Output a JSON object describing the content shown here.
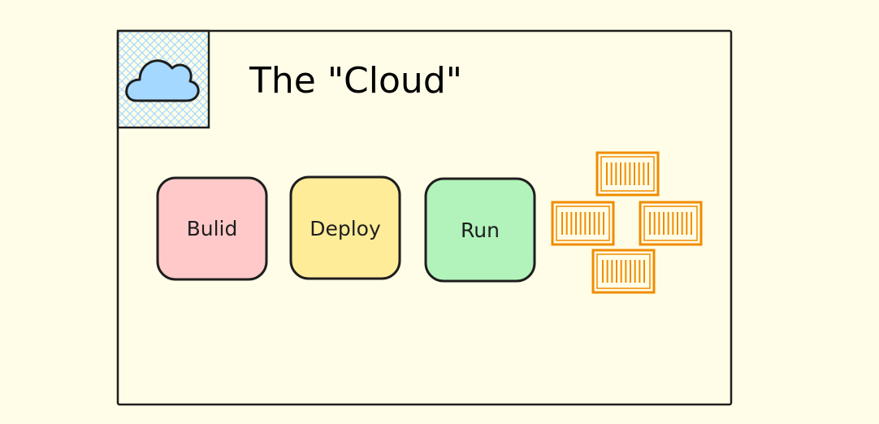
{
  "diagram": {
    "title": "The \"Cloud\"",
    "icons": [
      "cloud-icon",
      "container-icon"
    ],
    "colors": {
      "background": "#fffde7",
      "stroke": "#1e1e1e",
      "icon_blue": "#a5d8ff",
      "hatch_blue": "#a5d8ff",
      "container_orange": "#f08c00"
    },
    "steps": [
      {
        "label": "Bulid",
        "fill": "#ffc9c9"
      },
      {
        "label": "Deploy",
        "fill": "#ffec99"
      },
      {
        "label": "Run",
        "fill": "#b2f2bb"
      }
    ],
    "containers": [
      {
        "name": "container-top"
      },
      {
        "name": "container-left"
      },
      {
        "name": "container-right"
      },
      {
        "name": "container-bottom"
      }
    ]
  }
}
